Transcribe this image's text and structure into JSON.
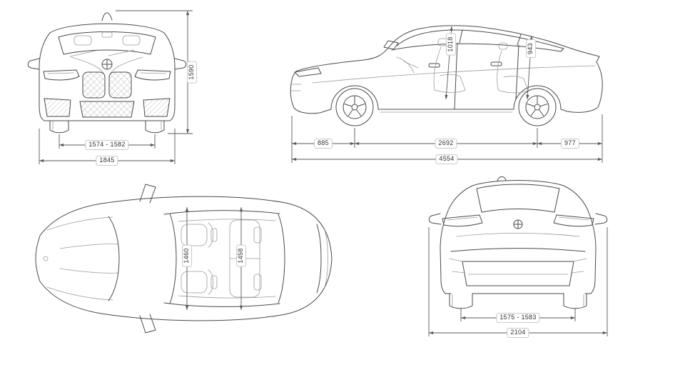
{
  "canvas": {
    "width": "967",
    "height": "546",
    "background": "#ffffff"
  },
  "style": {
    "line_color": "#4a4a4a",
    "light_line_color": "#9b9b9b",
    "dimension_line_color": "#5a5a5a",
    "label_text_color": "#333333",
    "label_border_color": "#c9c9c9",
    "label_background": "#ffffff"
  },
  "icons": {
    "front_badge": "bmw-roundel",
    "rear_badge": "bmw-roundel"
  },
  "views": {
    "front": {
      "dimensions": {
        "overall_height": "1590",
        "front_track": "1574 - 1582",
        "overall_width": "1845"
      }
    },
    "side": {
      "dimensions": {
        "front_headroom": "1018",
        "rear_headroom": "943",
        "front_overhang": "885",
        "wheelbase": "2692",
        "rear_overhang": "977",
        "overall_length": "4554"
      }
    },
    "top": {
      "dimensions": {
        "front_interior_width": "1460",
        "rear_interior_width": "1458"
      }
    },
    "rear": {
      "dimensions": {
        "rear_track": "1575 - 1583",
        "width_with_mirrors": "2104"
      }
    }
  }
}
